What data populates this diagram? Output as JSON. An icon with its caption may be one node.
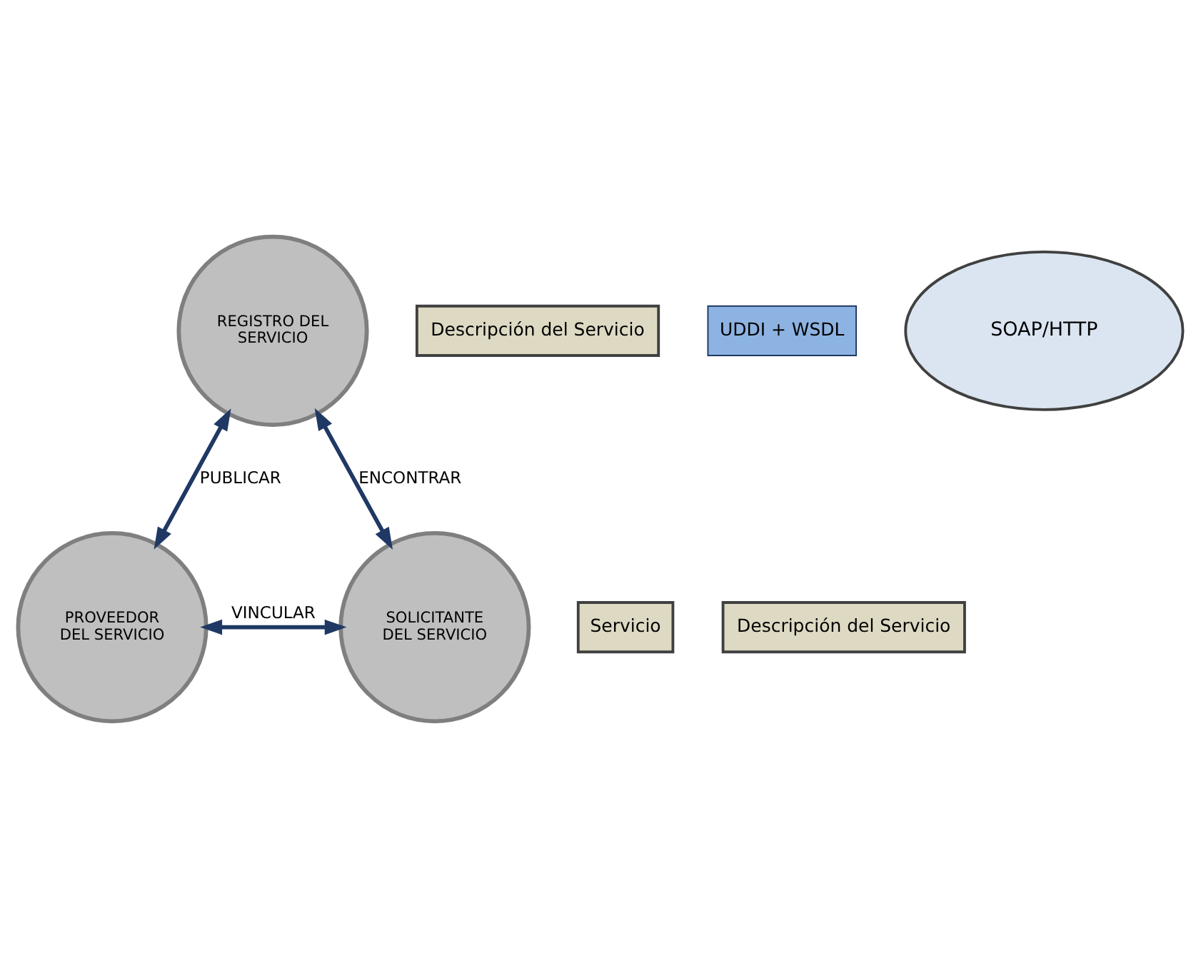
{
  "diagram": {
    "nodes": [
      {
        "text": [
          "REGISTRO DEL SERVICIO"
        ]
      },
      {
        "text": [
          "Descripción del Servicio"
        ]
      },
      {
        "text": [
          "UDDI + WSDL"
        ]
      },
      {
        "text": [
          "SOAP/HTTP"
        ]
      },
      {
        "text": [
          "Servicio"
        ]
      },
      {
        "text": [
          "PROVEEDOR DEL SERVICIO"
        ]
      },
      {
        "text": [
          "Descripción del Servicio"
        ]
      },
      {
        "text": [
          "SOLICITANTE DEL SERVICIO"
        ]
      }
    ],
    "edges": [
      {
        "from": 5,
        "to": 0,
        "arrow": "both",
        "label": "PUBLICAR"
      },
      {
        "from": 0,
        "to": 7,
        "arrow": "both",
        "label": "ENCONTRAR"
      },
      {
        "from": 5,
        "to": 7,
        "arrow": "both",
        "label": "VINCULAR"
      }
    ]
  }
}
